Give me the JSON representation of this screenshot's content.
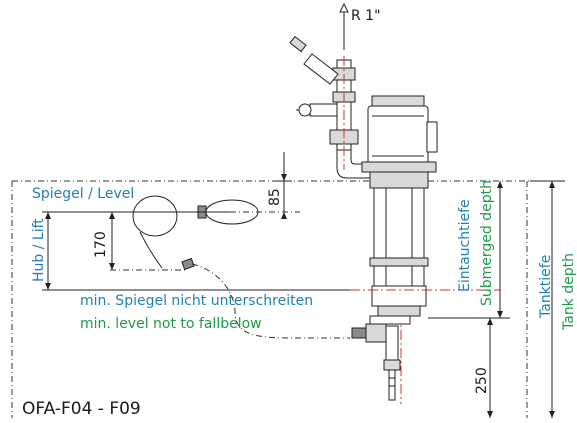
{
  "labels": {
    "connection": "R 1\"",
    "level": "Spiegel / Level",
    "lift": "Hub / Lift",
    "dim_85": "85",
    "dim_170": "170",
    "dim_250": "250",
    "min_level_de": "min. Spiegel nicht unterschreiten",
    "min_level_en": "min. level not to fallbelow",
    "submerged_de": "Eintauchtiefe",
    "submerged_en": "Submerged depth",
    "tank_de": "Tanktiefe",
    "tank_en": "Tank depth",
    "model": "OFA-F04 - F09"
  },
  "colors": {
    "blue": "#1f7fb6",
    "green": "#1f9a4a",
    "axis_red": "#d9302c",
    "line": "#222222"
  }
}
